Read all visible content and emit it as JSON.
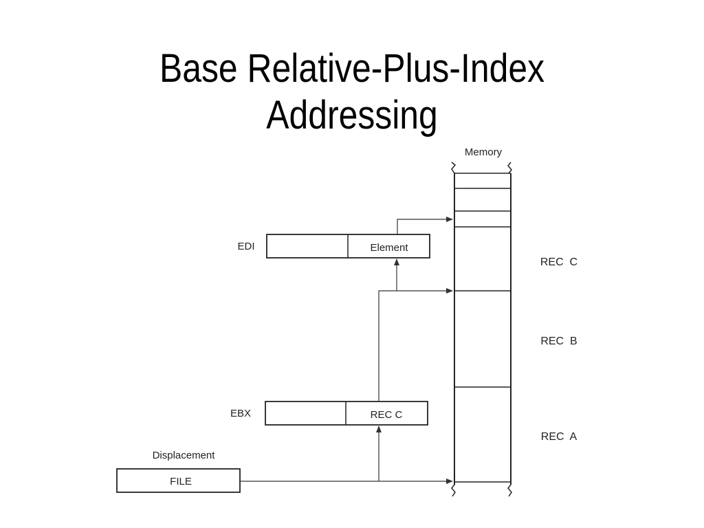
{
  "slide": {
    "title_line1": "Base Relative-Plus-Index",
    "title_line2": "Addressing"
  },
  "diagram": {
    "memory_label": "Memory",
    "edi": {
      "label": "EDI",
      "value": "Element"
    },
    "ebx": {
      "label": "EBX",
      "value": "REC C"
    },
    "displacement": {
      "label": "Displacement",
      "value": "FILE"
    },
    "records": {
      "rec_c": "REC  C",
      "rec_b": "REC  B",
      "rec_a": "REC  A"
    }
  }
}
